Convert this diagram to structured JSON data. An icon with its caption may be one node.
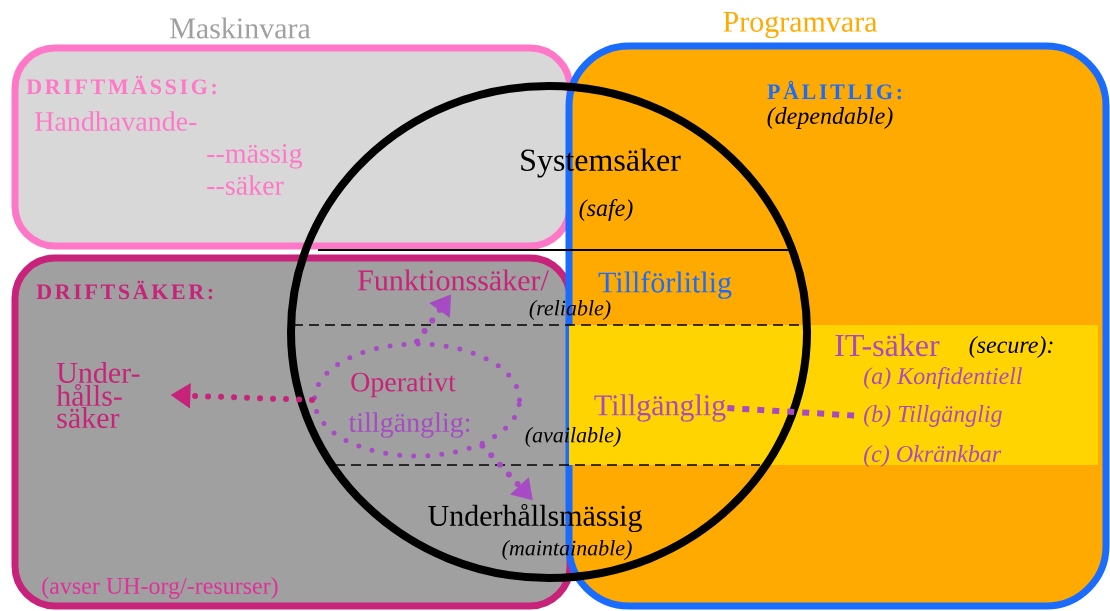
{
  "diagram": {
    "nodes": [
      {
        "text": [
          "Maskinvara",
          "DRIFTMÄSSIG:",
          "Handhavande- --mässig --säker"
        ]
      },
      {
        "text": [
          "DRIFTSÄKER:",
          "(avser UH-org/-resurser)"
        ]
      },
      {
        "text": [
          "Programvara",
          "PÅLITLIG:",
          "(dependable)"
        ]
      },
      {
        "text": [
          "Systemsäker",
          "(safe)"
        ]
      },
      {
        "text": [
          "Under- hålls- säker"
        ],
        "in": 1
      },
      {
        "text": [
          "Operativt",
          "tillgänglig:"
        ]
      },
      {
        "text": [
          "Funktionssäker/",
          "Tillförlitlig",
          "(reliable)"
        ],
        "in": 3
      },
      {
        "text": [
          "Underhållsmässig",
          "(maintainable)"
        ],
        "in": 3
      },
      {
        "text": [
          "Tillgänglig",
          "(available)"
        ],
        "in": 3
      },
      {
        "text": [
          "IT-säker",
          "(secure):",
          "(a) Konfidentiell",
          "(b) Tillgänglig",
          "(c) Okränkbar"
        ],
        "in": 2
      }
    ],
    "edges": [
      {
        "from": 5,
        "to": 4,
        "arrow": "to",
        "color": "#c8237a"
      },
      {
        "from": 5,
        "to": 6,
        "arrow": "to"
      },
      {
        "from": 5,
        "to": 7,
        "arrow": "to"
      },
      {
        "from": 8,
        "to": 9,
        "arrow": "none"
      }
    ]
  }
}
